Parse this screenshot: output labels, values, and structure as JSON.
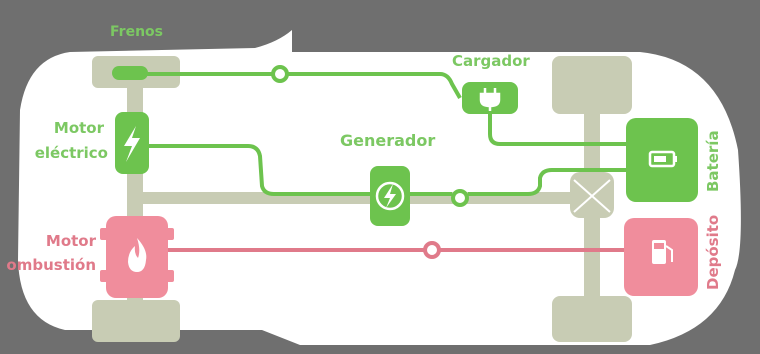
{
  "colors": {
    "background": "#6f6f6f",
    "car_body": "#ffffff",
    "chassis": "#c8ccb4",
    "electric": "#6dc34e",
    "combustion": "#e07a8a",
    "combustion_fill": "#f08d9c",
    "label_green": "#7cc863",
    "label_pink": "#e07a8a"
  },
  "icons": {
    "motor_electrico": "lightning-bolt-icon",
    "motor_combustion": "flame-icon",
    "generador": "generator-bolt-icon",
    "cargador": "plug-icon",
    "bateria": "battery-icon",
    "deposito": "fuel-pump-icon"
  },
  "labels": {
    "frenos": "Frenos",
    "cargador": "Cargador",
    "motor_electrico_1": "Motor",
    "motor_electrico_2": "eléctrico",
    "generador": "Generador",
    "bateria": "Batería",
    "motor_combustion_1": "Motor",
    "motor_combustion_2": "ombustión",
    "deposito": "Depósito"
  }
}
